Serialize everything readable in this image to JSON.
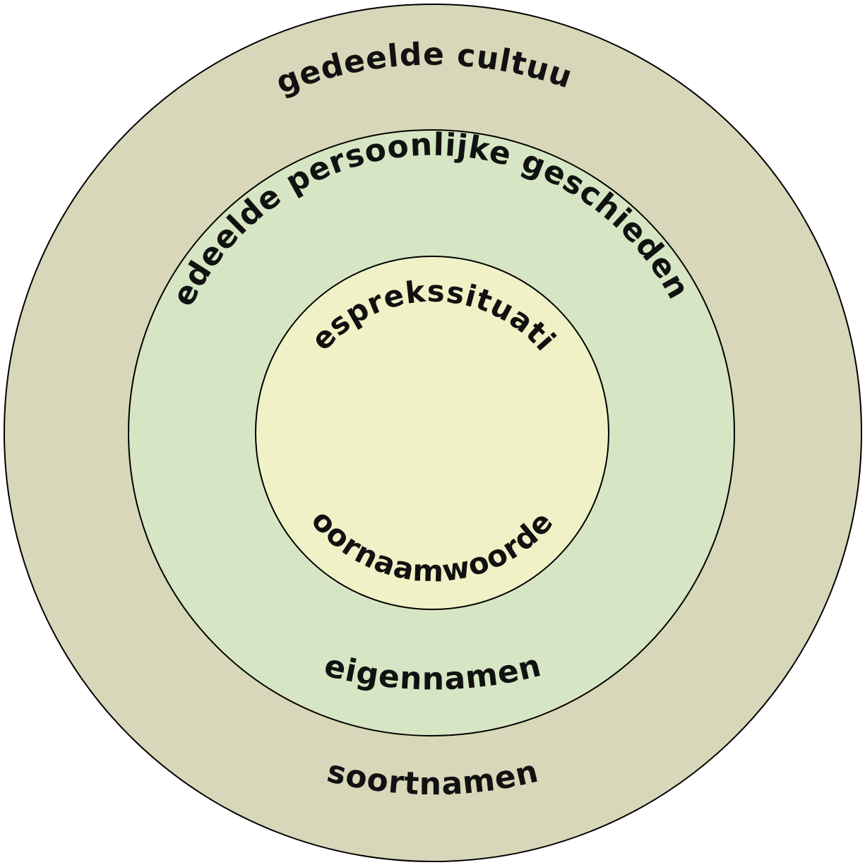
{
  "colors": {
    "outer_ring": "#d9d7b9",
    "middle_ring": "#d6e6c4",
    "inner_ring": "#f1f1c7",
    "outline": "#000000",
    "text": "#111111"
  },
  "rings": {
    "outer": {
      "top_label": "gedeelde cultuur",
      "bottom_label": "soortnamen"
    },
    "middle": {
      "top_label": "gedeelde persoonlijke geschiedenis",
      "bottom_label": "eigennamen"
    },
    "inner": {
      "top_label": "gesprekssituatie",
      "bottom_label": "voornaamwoorden"
    }
  }
}
